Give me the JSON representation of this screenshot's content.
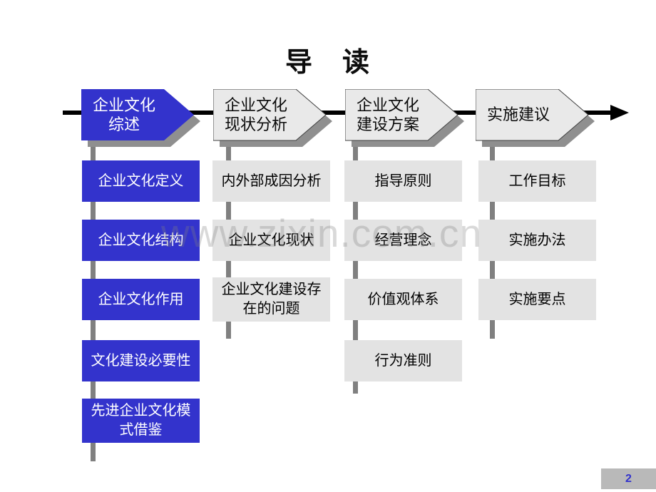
{
  "title": "导　读",
  "watermark": "www.zixin.com.cn",
  "footer": {
    "page_number": "2"
  },
  "colors": {
    "accent_blue": "#3333cc",
    "arrow_gray": "#e9e9e9",
    "box_gray": "#e3e3e3",
    "shadow_gray": "#8f8f8f",
    "connector_gray": "#808080",
    "footer_gray": "#b9b9b9",
    "flow_line_black": "#000000"
  },
  "columns": [
    {
      "header": "企业文化\n综述",
      "active": true,
      "items": [
        "企业文化定义",
        "企业文化结构",
        "企业文化作用",
        "文化建设必要性",
        "先进企业文化模式借鉴"
      ]
    },
    {
      "header": "企业文化\n现状分析",
      "active": false,
      "items": [
        "内外部成因分析",
        "企业文化现状",
        "企业文化建设存在的问题"
      ]
    },
    {
      "header": "企业文化\n建设方案",
      "active": false,
      "items": [
        "指导原则",
        "经营理念",
        "价值观体系",
        "行为准则"
      ]
    },
    {
      "header": "实施建议",
      "active": false,
      "items": [
        "工作目标",
        "实施办法",
        "实施要点"
      ]
    }
  ]
}
